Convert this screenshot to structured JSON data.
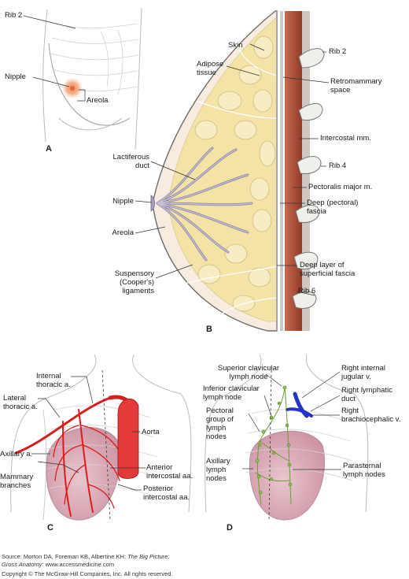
{
  "panel_a": {
    "letter": "A",
    "labels": {
      "rib2": "Rib 2",
      "nipple": "Nipple",
      "areola": "Areola"
    }
  },
  "panel_b": {
    "letter": "B",
    "labels": {
      "skin": "Skin",
      "adipose": "Adipose\ntissue",
      "rib2": "Rib 2",
      "retromammary": "Retromammary\nspace",
      "intercostal": "Intercostal mm.",
      "lactiferous": "Lactiferous\nduct",
      "rib4": "Rib 4",
      "pectoralis": "Pectoralis major m.",
      "nipple": "Nipple",
      "deep_fascia": "Deep (pectoral)\nfascia",
      "areola": "Areola",
      "suspensory": "Suspensory\n(Cooper's)\nligaments",
      "deep_layer": "Deep layer of\nsuperficial fascia",
      "rib6": "Rib 6"
    }
  },
  "panel_c": {
    "letter": "C",
    "labels": {
      "internal_thoracic": "Internal\nthoracic a.",
      "lateral_thoracic": "Lateral\nthoracic a.",
      "aorta": "Aorta",
      "axillary": "Axillary a.",
      "anterior_intercostal": "Anterior\nintercostal aa.",
      "mammary": "Mammary\nbranches",
      "posterior_intercostal": "Posterior\nintercostal aa."
    }
  },
  "panel_d": {
    "letter": "D",
    "labels": {
      "superior_clavicular": "Superior clavicular\nlymph node",
      "right_internal_jugular": "Right internal\njugular v.",
      "inferior_clavicular": "Inferior clavicular\nlymph node",
      "right_lymphatic": "Right lymphatic\nduct",
      "pectoral_group": "Pectoral\ngroup of\nlymph\nnodes",
      "right_brachiocephalic": "Right\nbrachiocephalic v.",
      "axillary_lymph": "Axillary\nlymph\nnodes",
      "parasternal": "Parasternal\nlymph nodes"
    }
  },
  "footer": {
    "source_prefix": "Source: Morton DA, Foreman KB, Albertine KH: ",
    "source_title": "The Big Picture:",
    "source_title2": "Gross Anatomy",
    "source_suffix": ": www.accessmedicine.com",
    "copyright": "Copyright © The McGraw-Hill Companies, Inc. All rights reserved."
  },
  "colors": {
    "adipose": "#f3e3a6",
    "skin": "#f6e6d7",
    "muscle": "#b5523d",
    "rib": "#ecebe5",
    "duct": "#a9a0b8",
    "artery": "#d81e1e",
    "vein": "#2633c8",
    "lymph": "#6c9a3a",
    "breast_pink": "#d6a2b0"
  }
}
